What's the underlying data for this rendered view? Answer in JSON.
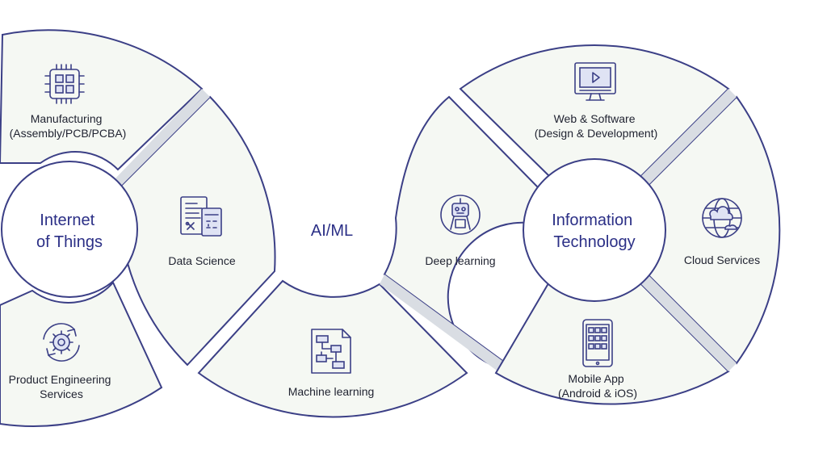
{
  "hubs": {
    "iot": [
      "Internet",
      "of Things"
    ],
    "aiml": [
      "AI/ML"
    ],
    "it": [
      "Information",
      "Technology"
    ]
  },
  "segments": {
    "manufacturing": [
      "Manufacturing",
      "(Assembly/PCB/PCBA)"
    ],
    "product_engineering": [
      "Product Engineering",
      "Services"
    ],
    "data_science": [
      "Data Science"
    ],
    "machine_learning": [
      "Machine learning"
    ],
    "deep_learning": [
      "Deep learning"
    ],
    "web_software": [
      "Web & Software",
      "(Design & Development)"
    ],
    "cloud_services": [
      "Cloud Services"
    ],
    "mobile_app": [
      "Mobile App",
      "(Android & iOS)"
    ]
  },
  "icons": {
    "manufacturing": "chip-icon",
    "product_engineering": "gear-cycle-icon",
    "data_science": "calculator-report-icon",
    "machine_learning": "flowchart-document-icon",
    "deep_learning": "robot-icon",
    "web_software": "monitor-video-icon",
    "cloud_services": "globe-cloud-icon",
    "mobile_app": "smartphone-apps-icon"
  },
  "colors": {
    "outline": "#3b3f86",
    "segment_fill": "#f5f8f3",
    "hub_text": "#2b2f86",
    "separator": "#d9dde3"
  }
}
